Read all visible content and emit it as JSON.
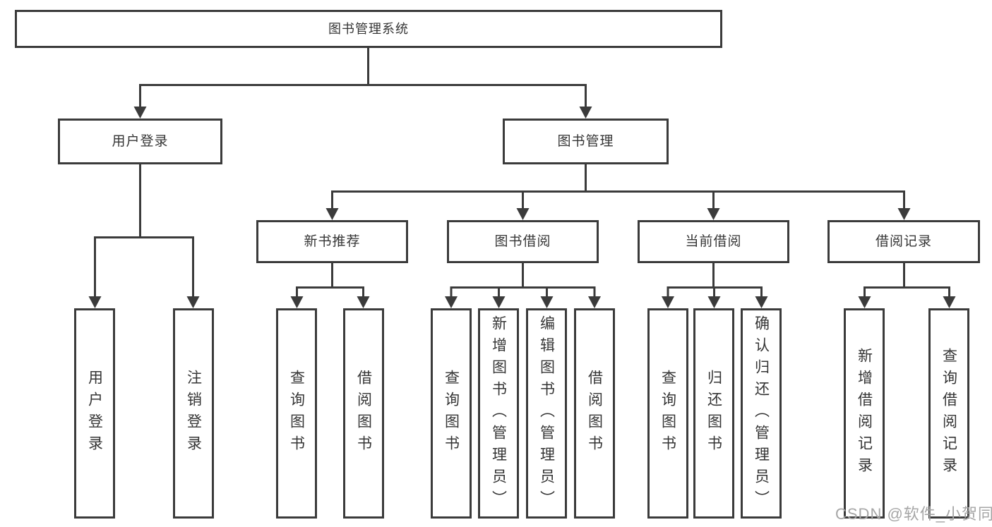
{
  "diagram": {
    "root": "图书管理系统",
    "level1": [
      "用户登录",
      "图书管理"
    ],
    "level2": [
      "新书推荐",
      "图书借阅",
      "当前借阅",
      "借阅记录"
    ],
    "leaves": {
      "user_login": [
        "用户登录",
        "注销登录"
      ],
      "new_book_rec": [
        "查询图书",
        "借阅图书"
      ],
      "book_borrow": [
        "查询图书",
        "新增图书（管理员）",
        "编辑图书（管理员）",
        "借阅图书"
      ],
      "current_borrow": [
        "查询图书",
        "归还图书",
        "确认归还（管理员）"
      ],
      "borrow_records": [
        "新增借阅记录",
        "查询借阅记录"
      ]
    },
    "colors": {
      "line": "#3b3b3b",
      "text": "#353535",
      "watermark": "#a6a6a6",
      "background": "#ffffff"
    }
  },
  "watermark": "CSDN @软件_小贺同学"
}
